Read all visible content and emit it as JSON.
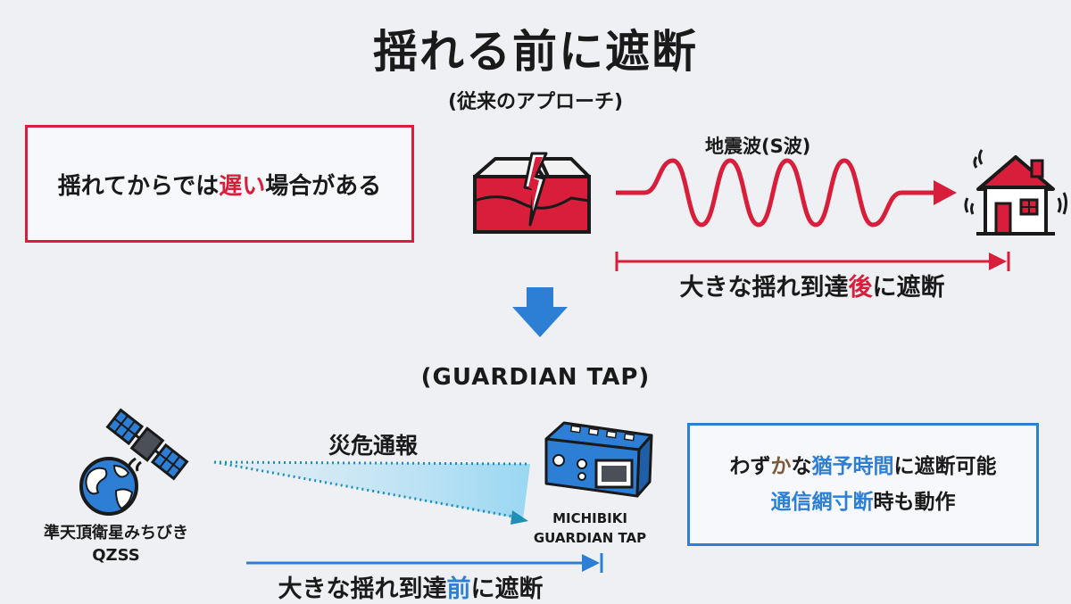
{
  "title": "揺れる前に遮断",
  "conventional": {
    "heading": "(従来のアプローチ)",
    "box_text_pre": "揺れてからでは",
    "box_text_highlight": "遅い",
    "box_text_post": "場合がある",
    "wave_label": "地震波(S波)",
    "after_pre": "大きな揺れ到達",
    "after_highlight": "後",
    "after_post": "に遮断",
    "icons": [
      "fault-icon",
      "house-icon"
    ]
  },
  "guardian": {
    "heading": "(GUARDIAN TAP)",
    "alert_label": "災危通報",
    "satellite_name": "準天頂衛星みちびき",
    "satellite_code": "QZSS",
    "device_line1": "MICHIBIKI",
    "device_line2": "GUARDIAN TAP",
    "box_line1_pre": "わず",
    "box_line1_mid": "か",
    "box_line1_pre2": "な",
    "box_line1_highlight": "猶予時間",
    "box_line1_post": "に遮断可能",
    "box_line2_highlight": "通信網寸断",
    "box_line2_post": "時も動作",
    "before_pre": "大きな揺れ到達",
    "before_highlight": "前",
    "before_post": "に遮断",
    "icons": [
      "satellite-icon",
      "earth-icon",
      "device-icon"
    ]
  },
  "colors": {
    "red": "#d81e3a",
    "blue": "#2d7fd6",
    "background": "#eef0f4"
  }
}
